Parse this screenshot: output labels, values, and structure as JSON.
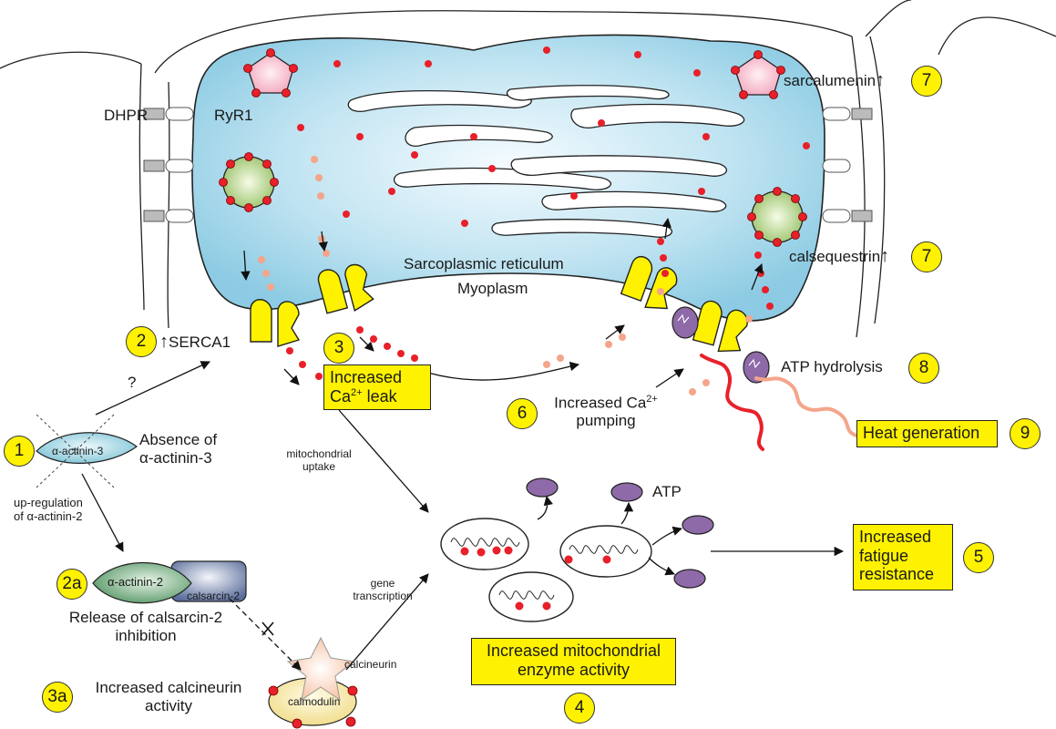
{
  "labels": {
    "dhpr": "DHPR",
    "ryr1": "RyR1",
    "sarcoplasmic_reticulum": "Sarcoplasmic reticulum",
    "myoplasm": "Myoplasm",
    "sarcalumenin": "sarcalumenin",
    "calsequestrin": "calsequestrin",
    "serca1": "SERCA1",
    "up_arrow": "↑",
    "question": "?",
    "alpha_actinin_3": "α-actinin-3",
    "absence_line1": "Absence of",
    "absence_line2": "α-actinin-3",
    "upregulation_line1": "up-regulation",
    "upregulation_line2": "of α-actinin-2",
    "alpha_actinin_2": "α-actinin-2",
    "calsarcin_2": "calsarcin-2",
    "release_line1": "Release of calsarcin-2",
    "release_line2": "inhibition",
    "calcineurin": "calcineurin",
    "calmodulin": "calmodulin",
    "increased_calcineurin_line1": "Increased calcineurin",
    "increased_calcineurin_line2": "activity",
    "mito_uptake_line1": "mitochondrial",
    "mito_uptake_line2": "uptake",
    "gene_line1": "gene",
    "gene_line2": "transcription",
    "atp": "ATP",
    "atp_hydrolysis": "ATP hydrolysis",
    "ca_leak_line1": "Increased",
    "ca_leak_prefix": "Ca",
    "ca_leak_sup": "2+",
    "ca_leak_suffix": " leak",
    "pumping_line1_prefix": "Increased Ca",
    "pumping_sup": "2+",
    "pumping_line2": "pumping",
    "heat_generation": "Heat generation",
    "fatigue_line1": "Increased",
    "fatigue_line2": "fatigue",
    "fatigue_line3": "resistance",
    "mito_enzyme_line1": "Increased mitochondrial",
    "mito_enzyme_line2": "enzyme activity"
  },
  "steps": {
    "s1": "1",
    "s2": "2",
    "s2a": "2a",
    "s3": "3",
    "s3a": "3a",
    "s4": "4",
    "s5": "5",
    "s6": "6",
    "s7a": "7",
    "s7b": "7",
    "s8": "8",
    "s9": "9"
  },
  "colors": {
    "sr_fill": "#a9d8ea",
    "highlight_yellow": "#fff200",
    "calcium_red": "#e8202a",
    "calcium_light": "#f4a58a",
    "atpase_purple": "#8e6aa8",
    "heat_red": "#e8202a"
  }
}
